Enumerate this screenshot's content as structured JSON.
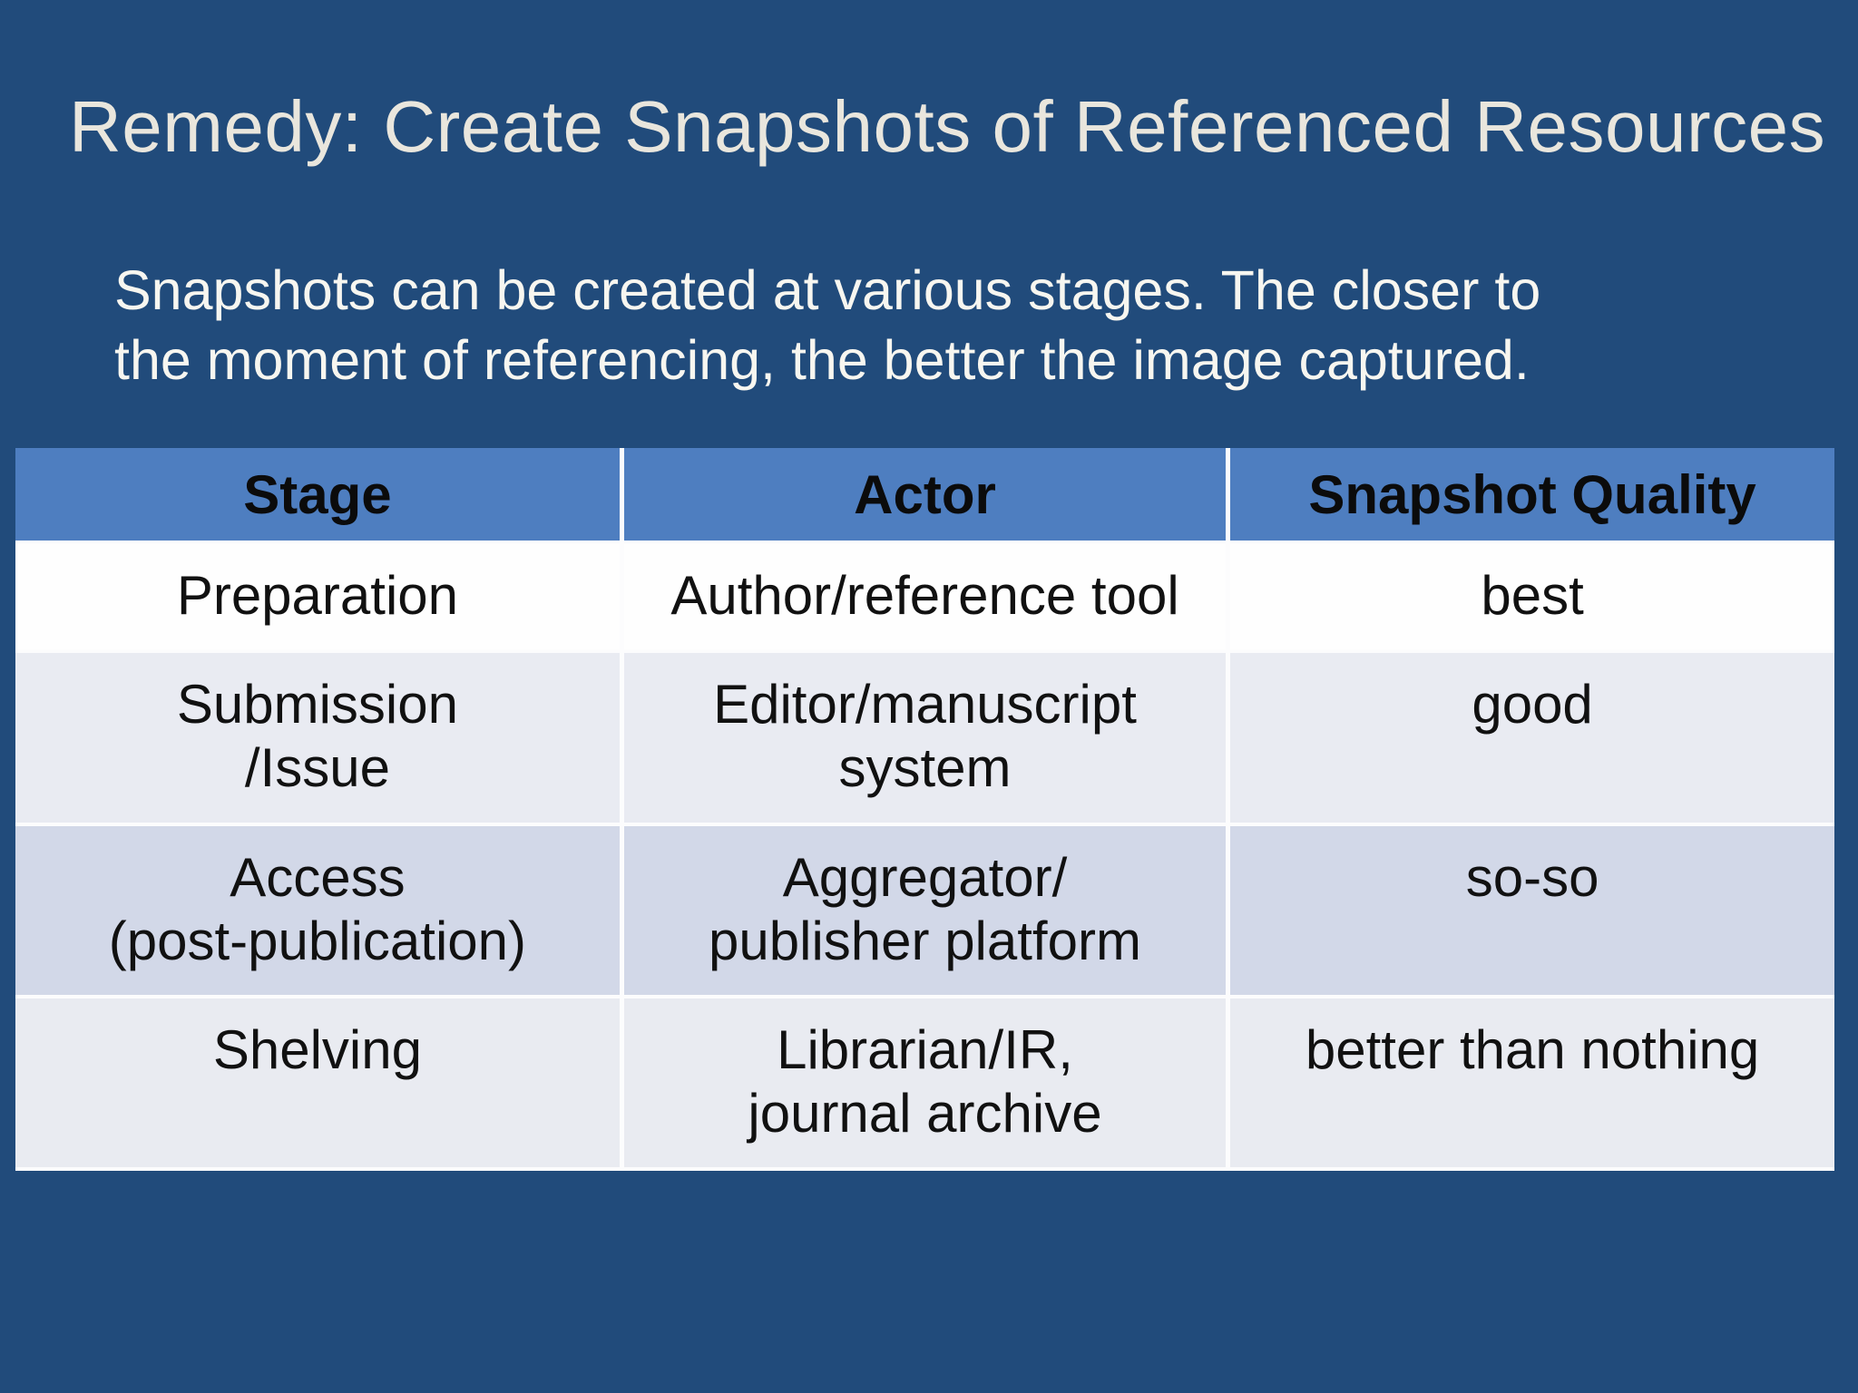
{
  "slide": {
    "title": "Remedy: Create Snapshots of Referenced Resources",
    "subtitle": "Snapshots can be created at various stages. The closer to\nthe moment of referencing, the better the image captured."
  },
  "table": {
    "headers": [
      "Stage",
      "Actor",
      "Snapshot Quality"
    ],
    "rows": [
      {
        "stage": "Preparation",
        "actor": "Author/reference tool",
        "quality": "best"
      },
      {
        "stage": "Submission\n/Issue",
        "actor": "Editor/manuscript\nsystem",
        "quality": "good"
      },
      {
        "stage": "Access\n(post-publication)",
        "actor": "Aggregator/\npublisher platform",
        "quality": "so-so"
      },
      {
        "stage": "Shelving",
        "actor": "Librarian/IR,\njournal archive",
        "quality": "better than nothing"
      }
    ]
  },
  "colors": {
    "slide_background": "#214b7b",
    "title_text": "#e9e6dd",
    "body_text": "#f7f6f0",
    "table_header_background": "#4e7ec0",
    "table_header_text": "#0b0b0b",
    "row_white": "#fefefe",
    "row_light": "#e9ebf2",
    "row_mid": "#d2d8e8",
    "cell_divider": "#fcfcfd",
    "cell_text": "#111111"
  }
}
